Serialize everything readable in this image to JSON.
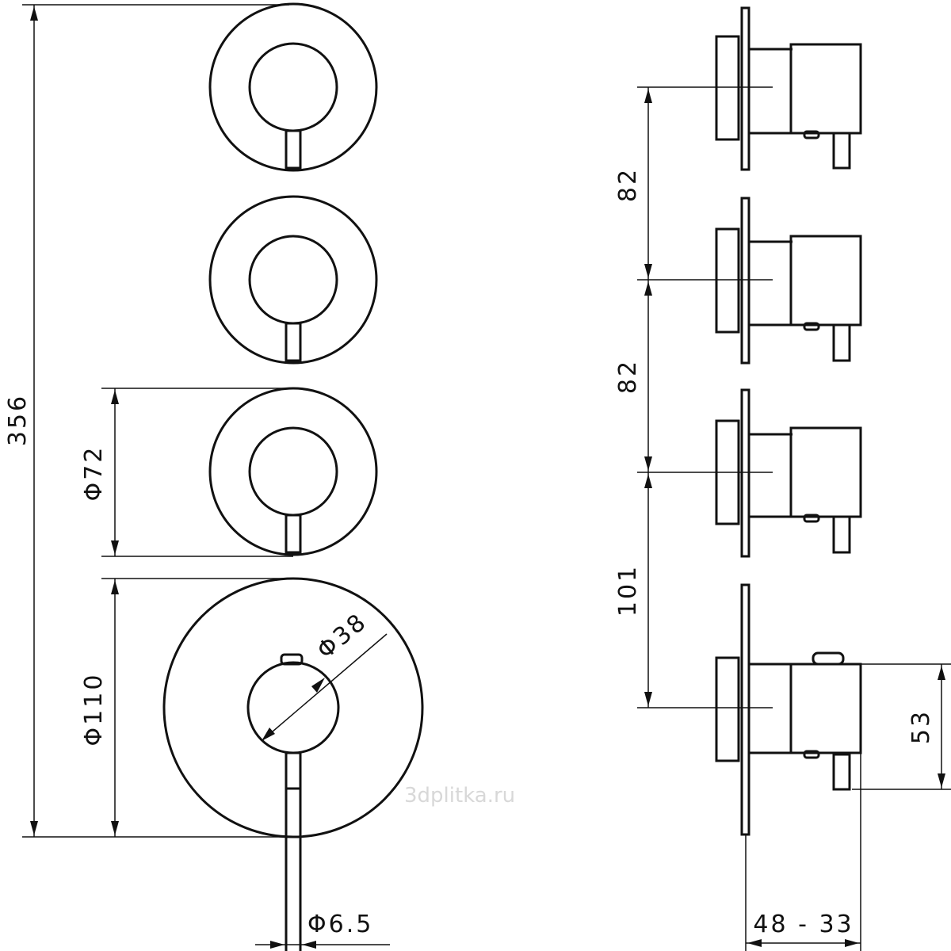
{
  "title": "Thermostatic shower mixer with three valves - dimension drawing",
  "colors": {
    "line": "#111111",
    "background": "#ffffff",
    "watermark": "#d8d8d8"
  },
  "dimensions": {
    "overall_height": "356",
    "small_plate_diameter": "Φ72",
    "large_plate_diameter": "Φ110",
    "handle_diameter": "Φ38",
    "lever_diameter": "Φ6.5",
    "spacing_upper": "82",
    "spacing_middle": "82",
    "spacing_lower": "101",
    "lever_height": "53",
    "depth_range": "48 - 33"
  },
  "watermark": "3dplitka.ru"
}
